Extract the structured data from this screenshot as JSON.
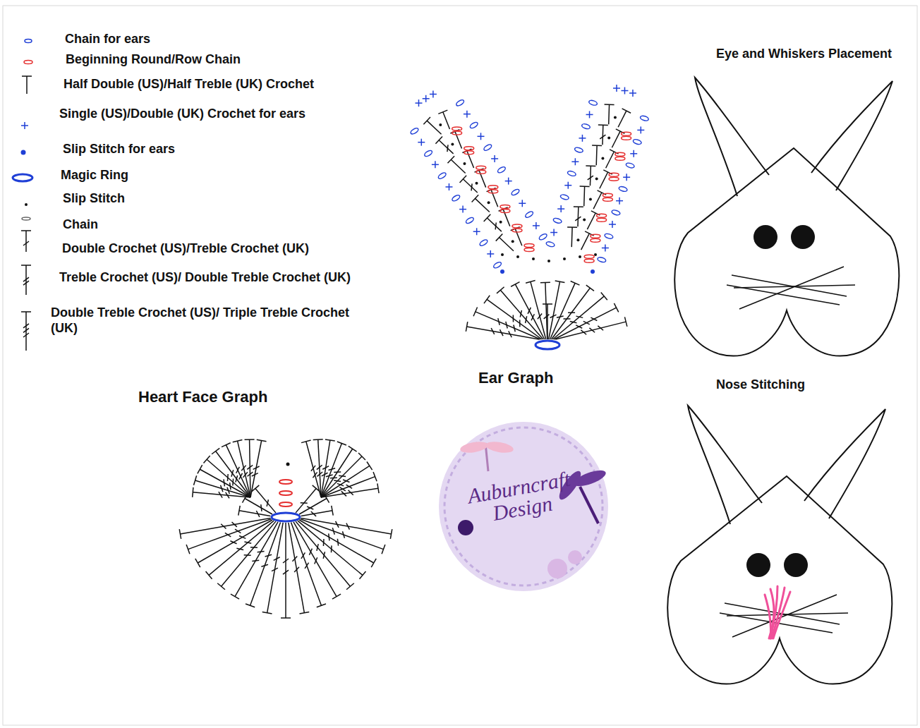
{
  "diagram": {
    "labels": [
      "Eye and Whiskers Placement",
      "Ear Graph",
      "Nose Stitching",
      "Heart Face Graph",
      "Auburncraft Design"
    ],
    "legend": [
      {
        "text": "Chain for ears"
      },
      {
        "text": "Beginning Round/Row Chain"
      },
      {
        "text": "Half Double (US)/Half Treble (UK) Crochet"
      },
      {
        "text": "Single (US)/Double (UK) Crochet for ears"
      },
      {
        "text": "Slip Stitch for ears"
      },
      {
        "text": "Magic Ring"
      },
      {
        "text": "Slip Stitch"
      },
      {
        "text": "Chain"
      },
      {
        "text": "Double Crochet (US)/Treble Crochet (UK)"
      },
      {
        "text": "Treble Crochet (US)/ Double Treble Crochet (UK)"
      },
      {
        "text": "Double Treble Crochet (US)/ Triple Treble Crochet (UK)"
      }
    ]
  }
}
